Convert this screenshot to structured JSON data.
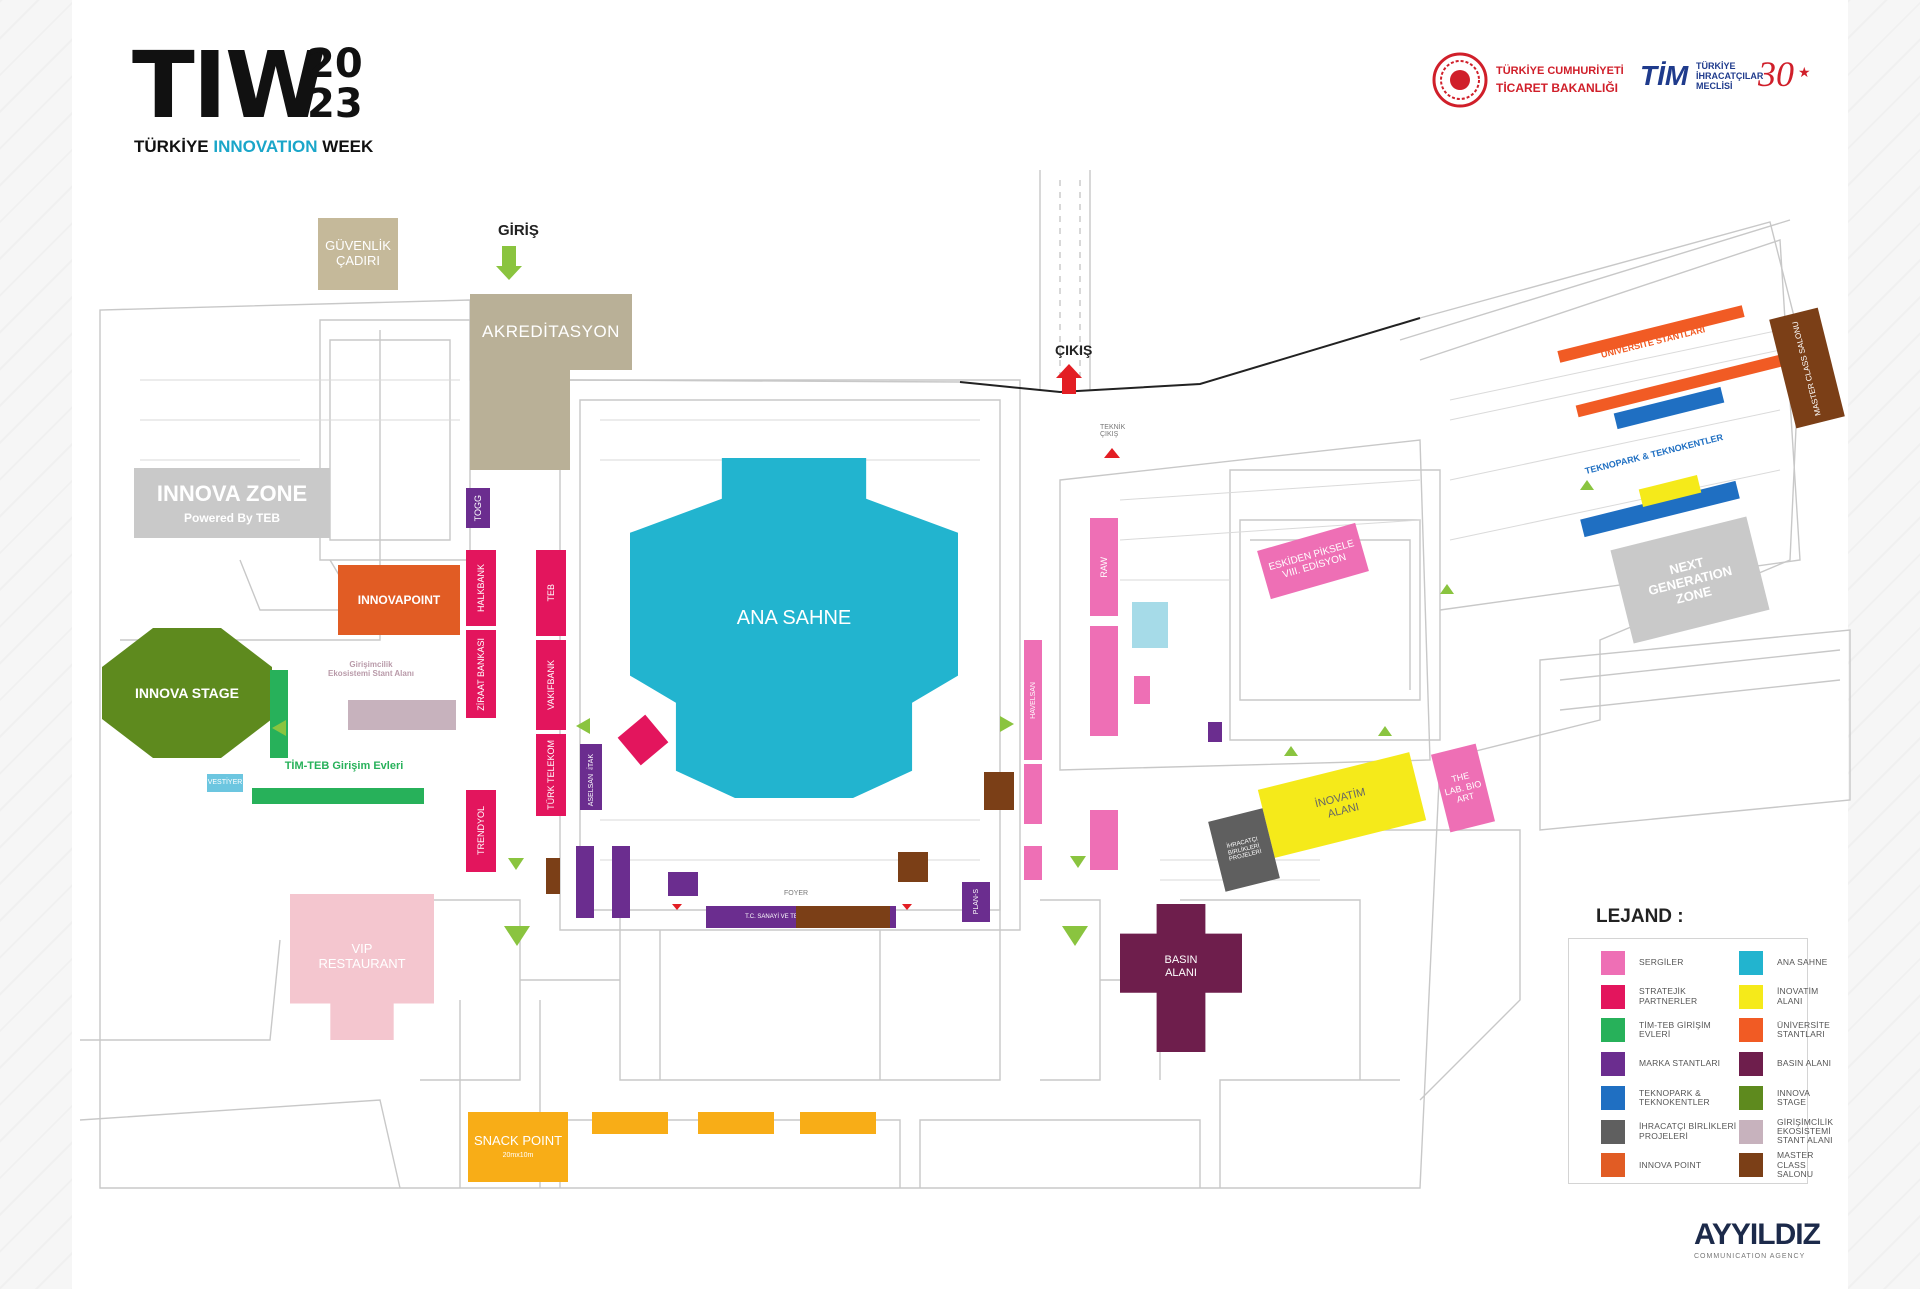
{
  "brand": {
    "logo_tiw": "TIW",
    "logo_year_top": "20",
    "logo_year_bottom": "23",
    "logo_sub_1": "TÜRKİYE ",
    "logo_sub_2": "INNOVATION",
    "logo_sub_3": " WEEK",
    "ministry_line1": "TÜRKİYE CUMHURİYETİ",
    "ministry_line2": "TİCARET BAKANLIĞI",
    "tim": "TİM",
    "tim_sub1": "TÜRKİYE",
    "tim_sub2": "İHRACATÇILAR",
    "tim_sub3": "MECLİSİ",
    "tim_anniv": "30",
    "agency": "AYYILDIZ",
    "agency_sub": "COMMUNICATION AGENCY"
  },
  "zones": {
    "guvenlik": "GÜVENLİK ÇADIRI",
    "giris": "GİRİŞ",
    "akreditasyon": "AKREDİTASYON",
    "cikis": "ÇIKIŞ",
    "innova_zone": "INNOVA ZONE",
    "innova_zone_sub": "Powered By TEB",
    "innovapoint": "INNOVAPOINT",
    "innova_stage": "INNOVA STAGE",
    "girisimcilik": "Girişimcilik Ekosistemi Stant Alanı",
    "tim_teb": "TİM-TEB Girişim Evleri",
    "vestiyer": "VESTİYER",
    "ana_sahne": "ANA SAHNE",
    "vip": "VIP RESTAURANT",
    "snack": "SNACK POINT",
    "snack_sub": "20mx10m",
    "basin": "BASIN ALANI",
    "eskiden": "ESKİDEN PİKSELE VIII. EDİSYON",
    "inovatim": "İNOVATİM ALANI",
    "thelab": "THE LAB. BIO ART",
    "universite": "ÜNİVERSİTE STANTLARI",
    "teknopark": "TEKNOPARK & TEKNOKENTLER",
    "next_gen": "NEXT GENERATION ZONE",
    "master_class": "MASTER CLASS SALONU",
    "ihracatci": "İHRACATÇI BİRLİKLERİ PROJELERİ",
    "teknik_cikis": "TEKNİK ÇIKIŞ"
  },
  "stands": {
    "togg": "TOGG",
    "halkbank": "HALKBANK",
    "ziraat": "ZİRAAT BANKASI",
    "trendyol": "TRENDYOL",
    "teb": "TEB",
    "vakifbank": "VAKIFBANK",
    "turk_telekom": "TÜRK TELEKOM",
    "tubitak": "TÜBİTAK",
    "aselsan": "ASELSAN",
    "havelsan": "HAVELSAN",
    "plan_s": "PLAN-S",
    "raw": "RAW",
    "sanayi": "T.C. SANAYİ VE TEKNOLOJİ BAKANLIĞI",
    "foyer": "FOYER"
  },
  "legend": {
    "title": "LEJAND :",
    "items": [
      {
        "label": "SERGİLER",
        "color": "#ee6fb5"
      },
      {
        "label": "ANA SAHNE",
        "color": "#22b4cf"
      },
      {
        "label": "STRATEJİK PARTNERLER",
        "color": "#e3155d"
      },
      {
        "label": "İNOVATİM ALANI",
        "color": "#f5ea1a"
      },
      {
        "label": "TİM-TEB GİRİŞİM EVLERİ",
        "color": "#27b15a"
      },
      {
        "label": "ÜNİVERSİTE STANTLARI",
        "color": "#f15b24"
      },
      {
        "label": "MARKA STANTLARI",
        "color": "#6b2d8f"
      },
      {
        "label": "BASIN ALANI",
        "color": "#6e1e4c"
      },
      {
        "label": "TEKNOPARK & TEKNOKENTLER",
        "color": "#1f6fc2"
      },
      {
        "label": "INNOVA STAGE",
        "color": "#5e8a1e"
      },
      {
        "label": "İHRACATÇI BİRLİKLERİ PROJELERİ",
        "color": "#5f5f5f"
      },
      {
        "label": "GİRİŞİMCİLİK EKOSİSTEMİ STANT ALANI",
        "color": "#c7b2bd"
      },
      {
        "label": "INNOVA POINT",
        "color": "#e15c24"
      },
      {
        "label": "MASTER CLASS SALONU",
        "color": "#7b3f17"
      }
    ]
  }
}
